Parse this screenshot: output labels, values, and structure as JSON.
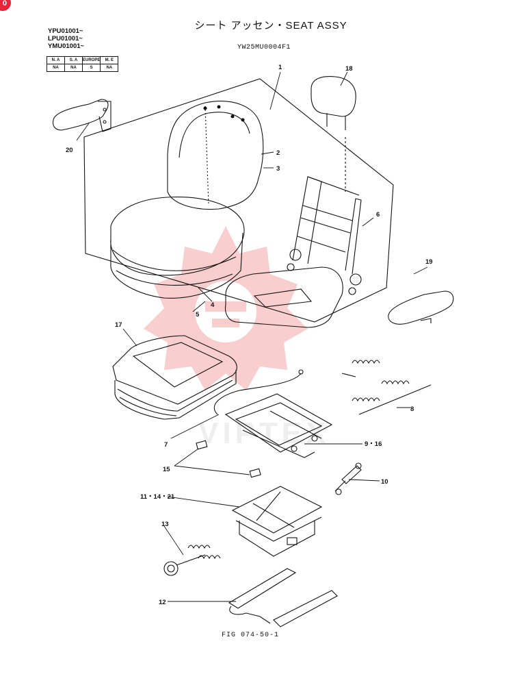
{
  "header": {
    "title": "シート アッセン・SEAT ASSY",
    "drawing_code": "YW25MU0004F1",
    "serial_numbers": [
      "YPU01001~",
      "LPU01001~",
      "YMU01001~"
    ]
  },
  "applicability_table": {
    "headers": [
      "N. A",
      "S. A",
      "EUROPE",
      "M. E"
    ],
    "values": [
      "NA",
      "NA",
      "S",
      "NA"
    ]
  },
  "callouts": [
    "1",
    "2",
    "3",
    "4",
    "5",
    "6",
    "7",
    "8",
    "9・16",
    "10",
    "11・14・21",
    "12",
    "13",
    "15",
    "17",
    "18",
    "19",
    "20"
  ],
  "watermark_text": "VIPTEX",
  "corner_badge": "0",
  "figure_label": "FIG 074-50-1",
  "colors": {
    "line": "#111111",
    "watermark": "#f0a0a0"
  }
}
